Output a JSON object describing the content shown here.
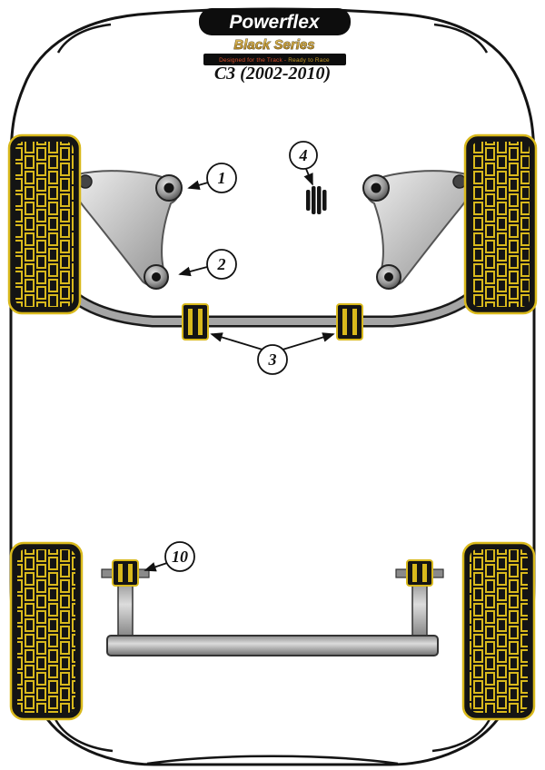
{
  "header": {
    "brand": "Powerflex",
    "series": "Black Series",
    "tagline_left": "Designed for the Track - ",
    "tagline_right": "Ready to Race",
    "model": "C3 (2002-2010)"
  },
  "callouts": {
    "c1": "1",
    "c2": "2",
    "c3": "3",
    "c4": "4",
    "c10": "10"
  },
  "colors": {
    "tire_yellow": "#d9b91c",
    "gold": "#c79a27",
    "tagline_red": "#d94f2b",
    "logo_black": "#0d0d0d",
    "outline_black": "#141414",
    "metal_gray": "#a5a5a5"
  }
}
